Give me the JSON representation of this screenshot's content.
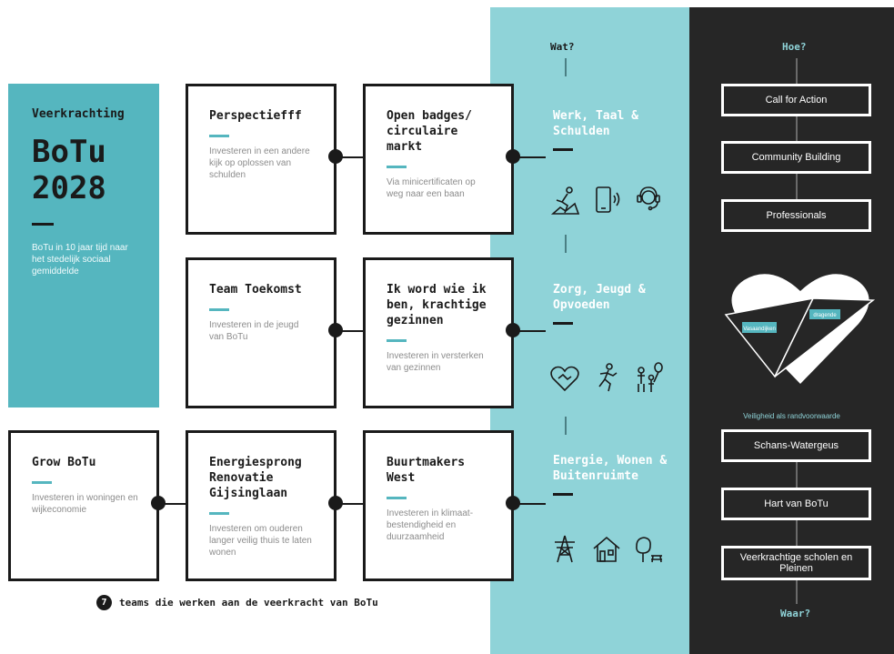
{
  "hero": {
    "subtitle": "Veerkrachting",
    "title_line1": "BoTu",
    "title_line2": "2028",
    "description": "BoTu in 10 jaar tijd naar het stedelijk sociaal gemiddelde"
  },
  "cards": [
    {
      "title": "Perspectiefff",
      "description": "Investeren in een andere kijk op oplossen van schulden"
    },
    {
      "title": "Open badges/ circulaire markt",
      "description": "Via minicertificaten op weg naar een baan"
    },
    {
      "title": "Team Toekomst",
      "description": "Investeren in de jeugd van BoTu"
    },
    {
      "title": "Ik word wie ik ben, krachtige gezinnen",
      "description": "Investeren in versterken van gezinnen"
    },
    {
      "title": "Grow BoTu",
      "description": "Investeren in woningen en wijkeconomie"
    },
    {
      "title": "Energiesprong Renovatie Gijsinglaan",
      "description": "Investeren om ouderen langer veilig thuis te laten wonen"
    },
    {
      "title": "Buurtmakers West",
      "description": "Investeren in klimaat-bestendigheid en duurzaamheid"
    }
  ],
  "wat": {
    "heading": "Wat?",
    "themes": [
      {
        "title": "Werk, Taal & Schulden",
        "icons": [
          "climbing-person-icon",
          "phone-icon",
          "headset-person-icon"
        ]
      },
      {
        "title": "Zorg, Jeugd & Opvoeden",
        "icons": [
          "heart-handshake-icon",
          "running-person-icon",
          "family-balloon-icon"
        ]
      },
      {
        "title": "Energie, Wonen & Buitenruimte",
        "icons": [
          "power-pylon-icon",
          "house-icon",
          "tree-bench-icon"
        ]
      }
    ]
  },
  "hoe": {
    "heading": "Hoe?",
    "items": [
      "Call for Action",
      "Community Building",
      "Professionals"
    ],
    "heart_tags": [
      "Vasaandijken",
      "dragende"
    ]
  },
  "waar": {
    "note": "Veiligheid als randvoorwaarde",
    "items": [
      "Schans-Watergeus",
      "Hart van BoTu",
      "Veerkrachtige scholen en Pleinen"
    ],
    "heading": "Waar?"
  },
  "footer": {
    "count": "7",
    "text": "teams die werken aan de veerkracht van BoTu"
  },
  "colors": {
    "teal": "#55b6bf",
    "light_teal": "#8fd3d8",
    "dark": "#262626"
  }
}
